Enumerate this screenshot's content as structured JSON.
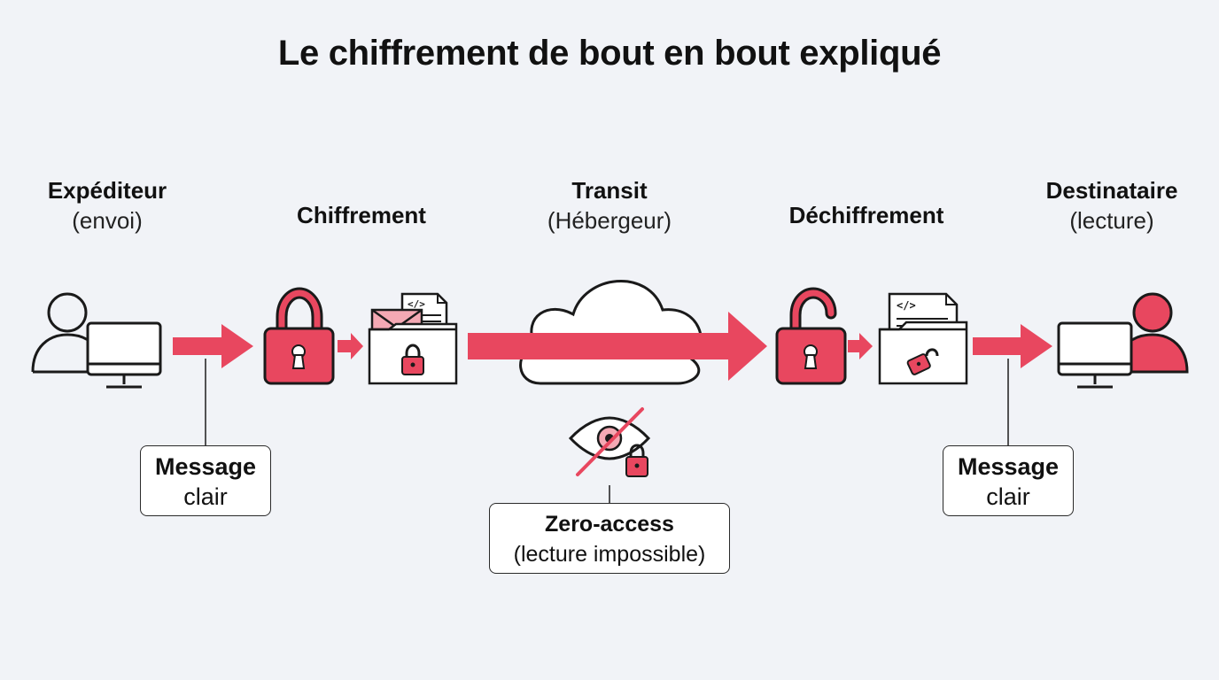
{
  "title": "Le chiffrement de bout en bout expliqué",
  "stages": {
    "sender": {
      "label": "Expéditeur",
      "sublabel": "(envoi)"
    },
    "encryption": {
      "label": "Chiffrement"
    },
    "transit": {
      "label": "Transit",
      "sublabel": "(Hébergeur)"
    },
    "decryption": {
      "label": "Déchiffrement"
    },
    "recipient": {
      "label": "Destinataire",
      "sublabel": "(lecture)"
    }
  },
  "callouts": {
    "left": {
      "title": "Message",
      "subtitle": "clair"
    },
    "center": {
      "title": "Zero-access",
      "subtitle": "(lecture impossible)"
    },
    "right": {
      "title": "Message",
      "subtitle": "clair"
    }
  },
  "icons": {
    "sender": [
      "user-icon",
      "monitor-icon"
    ],
    "encryption": [
      "padlock-closed-icon",
      "envelope-icon",
      "code-document-icon",
      "folder-icon"
    ],
    "transit": [
      "cloud-icon"
    ],
    "privacy": [
      "crossed-eye-icon",
      "small-padlock-icon"
    ],
    "decryption": [
      "padlock-open-icon",
      "code-document-icon",
      "folder-icon",
      "broken-lock-icon"
    ],
    "recipient": [
      "monitor-icon",
      "user-icon"
    ]
  },
  "colors": {
    "accent": "#e8475f",
    "accent_light": "#f4a9b4",
    "outline": "#1a1a1a",
    "background": "#f1f3f7"
  }
}
